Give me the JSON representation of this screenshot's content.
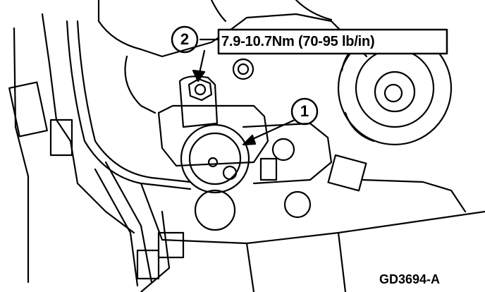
{
  "callouts": [
    {
      "number": "1"
    },
    {
      "number": "2",
      "torque": "7.9-10.7Nm (70-95 lb/in)"
    }
  ],
  "figure_id": "GD3694-A"
}
